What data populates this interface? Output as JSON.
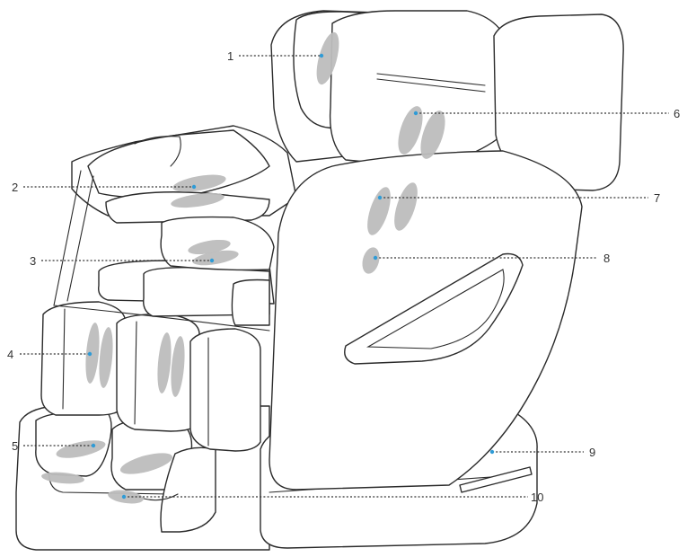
{
  "callouts": [
    {
      "id": "1",
      "label": "1"
    },
    {
      "id": "2",
      "label": "2"
    },
    {
      "id": "3",
      "label": "3"
    },
    {
      "id": "4",
      "label": "4"
    },
    {
      "id": "5",
      "label": "5"
    },
    {
      "id": "6",
      "label": "6"
    },
    {
      "id": "7",
      "label": "7"
    },
    {
      "id": "8",
      "label": "8"
    },
    {
      "id": "9",
      "label": "9"
    },
    {
      "id": "10",
      "label": "10"
    }
  ],
  "colors": {
    "outline": "#2b2b2b",
    "massage_zone": "#bdbdbd",
    "marker_dot": "#2f9bd6"
  }
}
